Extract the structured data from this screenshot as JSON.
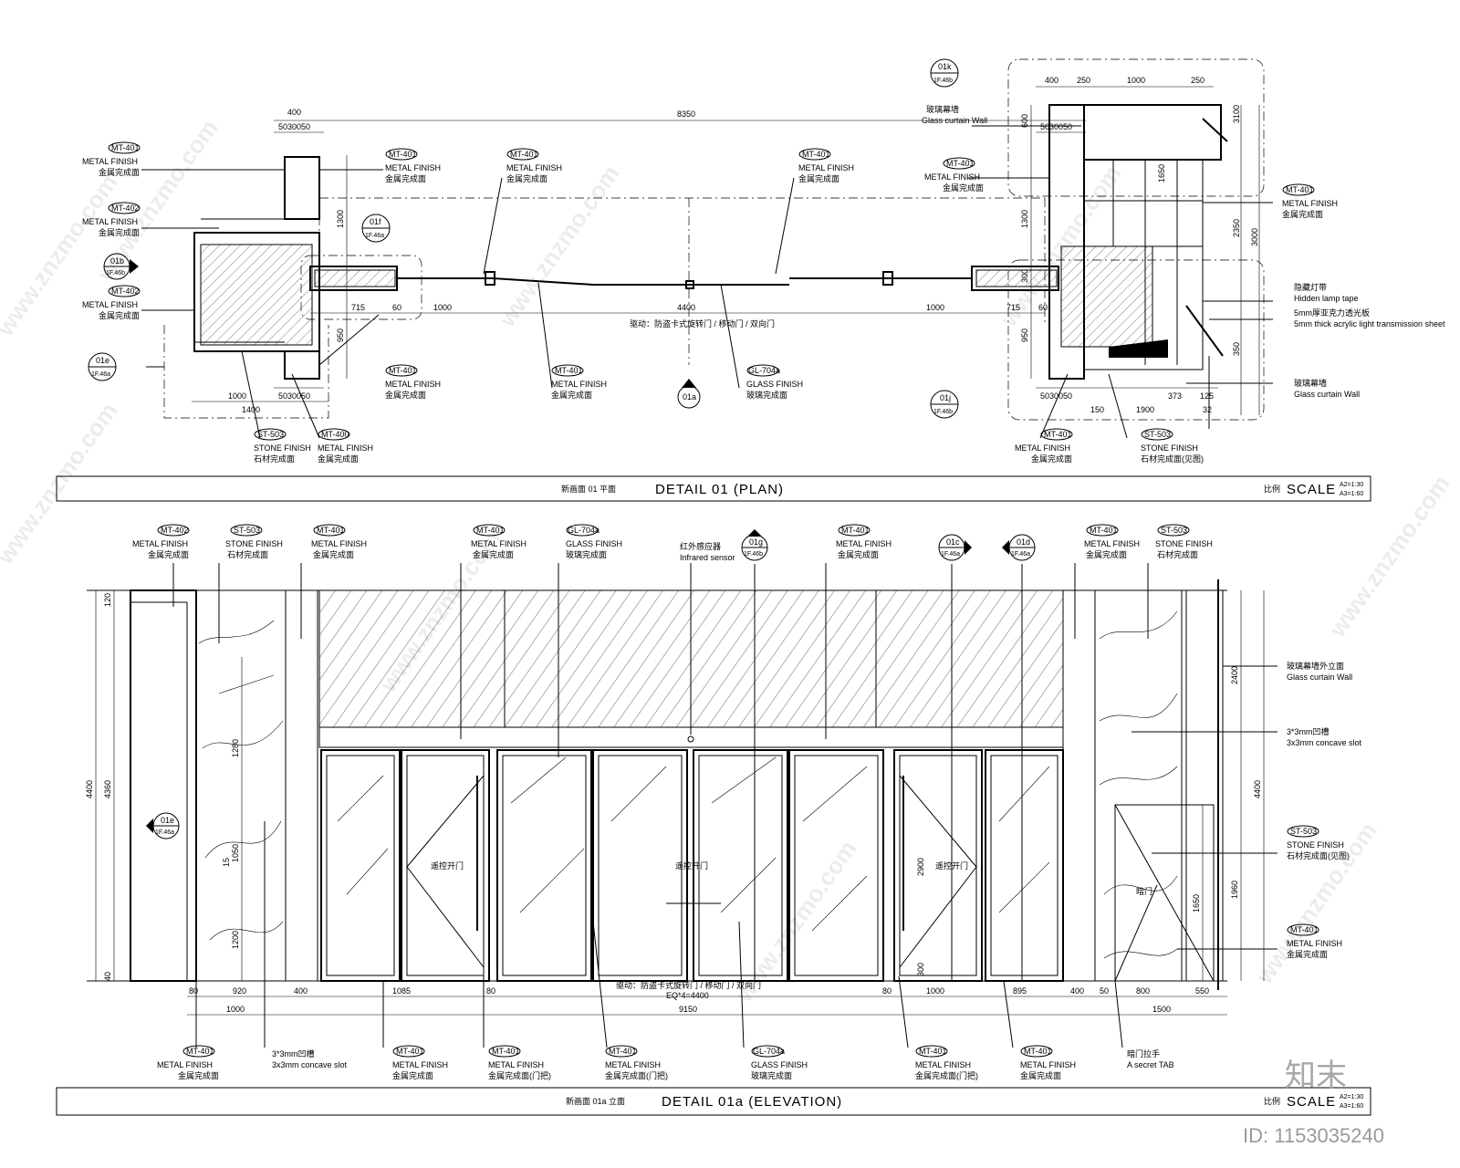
{
  "plan": {
    "title": "DETAIL 01 (PLAN)",
    "title_cn": "新画面 01 平面",
    "scale_label": "SCALE",
    "scale_cn": "比例",
    "scale_a2": "A2=1:30",
    "scale_a3": "A3=1:60",
    "dims_top": [
      "400",
      "5030050",
      "8350",
      "5030050",
      "400",
      "250",
      "1000",
      "250"
    ],
    "dims_bottom": [
      "1000",
      "1400",
      "5030050",
      "1000",
      "715",
      "60",
      "4400",
      "1000",
      "715",
      "60",
      "5030050",
      "150",
      "1900",
      "373",
      "125",
      "32"
    ],
    "dims_side": [
      "1300",
      "950",
      "1300",
      "950",
      "600",
      "1650",
      "2350",
      "3000",
      "3100",
      "350",
      "300"
    ],
    "door_note": "驱动：防盗卡式旋转门 / 移动门 / 双向门",
    "labels": [
      {
        "tag": "MT-401",
        "en": "METAL FINISH",
        "cn": "金属完成面"
      },
      {
        "tag": "MT-402",
        "en": "METAL FINISH",
        "cn": "金属完成面"
      },
      {
        "tag": "MT-402",
        "en": "METAL FINISH",
        "cn": "金属完成面"
      },
      {
        "tag": "MT-401",
        "en": "METAL FINISH",
        "cn": "金属完成面"
      },
      {
        "tag": "MT-401",
        "en": "METAL FINISH",
        "cn": "金属完成面"
      },
      {
        "tag": "MT-401",
        "en": "METAL FINISH",
        "cn": "金属完成面"
      },
      {
        "tag": "MT-401",
        "en": "METAL FINISH",
        "cn": "金属完成面"
      },
      {
        "tag": "MT-401",
        "en": "METAL FINISH",
        "cn": "金属完成面"
      },
      {
        "tag": "GL-704a",
        "en": "GLASS FINISH",
        "cn": "玻璃完成面"
      },
      {
        "tag": "ST-503",
        "en": "STONE FINISH",
        "cn": "石材完成面"
      },
      {
        "tag": "MT-400",
        "en": "METAL FINISH",
        "cn": "金属完成面"
      },
      {
        "tag": "MT-401",
        "en": "METAL FINISH",
        "cn": "金属完成面"
      },
      {
        "tag": "MT-401",
        "en": "METAL FINISH",
        "cn": "金属完成面"
      },
      {
        "tag": "MT-401",
        "en": "METAL FINISH",
        "cn": "金属完成面"
      },
      {
        "tag": "ST-503",
        "en": "STONE FINISH",
        "cn": "石材完成面(见图)"
      }
    ],
    "notes": [
      {
        "cn": "玻璃幕墙",
        "en": "Glass curtain Wall"
      },
      {
        "cn": "隐藏灯带",
        "en": "Hidden lamp tape"
      },
      {
        "cn": "5mm厚亚克力透光板",
        "en": "5mm thick acrylic light transmission sheet"
      },
      {
        "cn": "玻璃幕墙",
        "en": "Glass curtain Wall"
      }
    ],
    "callouts": [
      {
        "id": "01b",
        "ref": "1F.46b"
      },
      {
        "id": "01e",
        "ref": "1F.46a"
      },
      {
        "id": "01f",
        "ref": "1F.46a"
      },
      {
        "id": "01a",
        "ref": ""
      },
      {
        "id": "01k",
        "ref": "1F.46b"
      },
      {
        "id": "01j",
        "ref": "1F.46b"
      }
    ]
  },
  "elevation": {
    "title": "DETAIL 01a (ELEVATION)",
    "title_cn": "新画面 01a 立面",
    "scale_label": "SCALE",
    "scale_cn": "比例",
    "scale_a2": "A2=1:30",
    "scale_a3": "A3=1:60",
    "top_labels": [
      {
        "tag": "MT-402",
        "en": "METAL FINISH",
        "cn": "金属完成面"
      },
      {
        "tag": "ST-503",
        "en": "STONE FINISH",
        "cn": "石材完成面"
      },
      {
        "tag": "MT-401",
        "en": "METAL FINISH",
        "cn": "金属完成面"
      },
      {
        "tag": "MT-401",
        "en": "METAL FINISH",
        "cn": "金属完成面"
      },
      {
        "tag": "GL-704a",
        "en": "GLASS FINISH",
        "cn": "玻璃完成面"
      },
      {
        "tag": "MT-401",
        "en": "METAL FINISH",
        "cn": "金属完成面"
      },
      {
        "tag": "MT-401",
        "en": "METAL FINISH",
        "cn": "金属完成面"
      },
      {
        "tag": "ST-503",
        "en": "STONE FINISH",
        "cn": "石材完成面"
      }
    ],
    "sensor": {
      "cn": "红外感应器",
      "en": "Infrared sensor"
    },
    "top_callouts": [
      {
        "id": "01g",
        "ref": "1F.46b"
      },
      {
        "id": "01c",
        "ref": "1F.46a"
      },
      {
        "id": "01d",
        "ref": "1F.46a"
      }
    ],
    "left_callout": {
      "id": "01e",
      "ref": "1F.46a"
    },
    "right_notes": [
      {
        "cn": "玻璃幕墙外立面",
        "en": "Glass curtain Wall"
      },
      {
        "cn": "3*3mm凹槽",
        "en": "3x3mm concave slot"
      },
      {
        "tag": "ST-503",
        "en": "STONE FINISH",
        "cn": "石材完成面(见图)"
      },
      {
        "tag": "MT-401",
        "en": "METAL FINISH",
        "cn": "金属完成面"
      }
    ],
    "bottom_labels": [
      {
        "tag": "MT-401",
        "en": "METAL FINISH",
        "cn": "金属完成面"
      },
      {
        "tag": "",
        "en": "3x3mm concave slot",
        "cn": "3*3mm凹槽"
      },
      {
        "tag": "MT-401",
        "en": "METAL FINISH",
        "cn": "金属完成面"
      },
      {
        "tag": "MT-401",
        "en": "METAL FINISH",
        "cn": "金属完成面(门把)"
      },
      {
        "tag": "MT-401",
        "en": "METAL FINISH",
        "cn": "金属完成面(门把)"
      },
      {
        "tag": "GL-704a",
        "en": "GLASS FINISH",
        "cn": "玻璃完成面"
      },
      {
        "tag": "MT-401",
        "en": "METAL FINISH",
        "cn": "金属完成面(门把)"
      },
      {
        "tag": "MT-401",
        "en": "METAL FINISH",
        "cn": "金属完成面"
      },
      {
        "tag": "",
        "en": "A secret TAB",
        "cn": "暗门拉手"
      }
    ],
    "dims_left": [
      "120",
      "4400",
      "4360",
      "40",
      "1280",
      "1050",
      "1200",
      "15"
    ],
    "dims_right": [
      "2400",
      "4400",
      "1960",
      "1650"
    ],
    "dims_bottom": [
      "80",
      "920",
      "400",
      "1085",
      "80",
      "80",
      "1000",
      "895",
      "400",
      "50",
      "800",
      "550"
    ],
    "dims_bottom2": [
      "1000",
      "9150",
      "1500"
    ],
    "eq_note": "EQ*4=4400",
    "door_note": "驱动：防盗卡式旋转门 / 移动门 / 双向门",
    "door_text": "遥控开门",
    "door_height": "2900",
    "secret_door": "暗门",
    "side_dim": "300"
  },
  "brand": {
    "logo_cn": "知末",
    "id_text": "ID: 1153035240",
    "watermark": "www.znzmo.com"
  }
}
